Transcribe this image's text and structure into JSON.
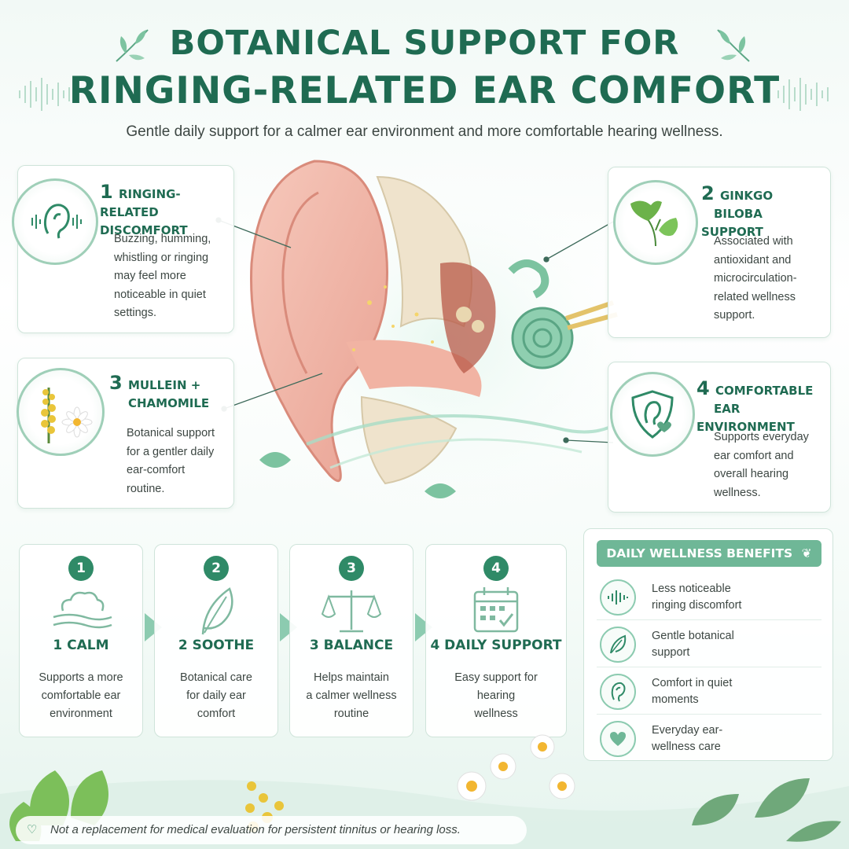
{
  "header": {
    "title_line1": "BOTANICAL SUPPORT FOR",
    "title_line2": "RINGING-RELATED EAR COMFORT",
    "subtitle": "Gentle daily support for a calmer ear environment and more comfortable hearing wellness."
  },
  "features": [
    {
      "num": "1",
      "title_a": "RINGING-RELATED",
      "title_b": "DISCOMFORT",
      "icon": "ear-sound-icon",
      "lines": [
        "Buzzing, humming,",
        "whistling or ringing",
        "may feel more",
        "noticeable in quiet",
        "settings."
      ]
    },
    {
      "num": "2",
      "title_a": "GINKGO",
      "title_b": "BILOBA SUPPORT",
      "icon": "ginkgo-leaf-icon",
      "lines": [
        "Associated with",
        "antioxidant and",
        "microcirculation-",
        "related wellness",
        "support."
      ]
    },
    {
      "num": "3",
      "title_a": "MULLEIN +",
      "title_b": "CHAMOMILE",
      "icon": "mullein-chamomile-icon",
      "lines": [
        "Botanical support",
        "for a gentler daily",
        "ear-comfort",
        "routine."
      ]
    },
    {
      "num": "4",
      "title_a": "COMFORTABLE",
      "title_b": "EAR ENVIRONMENT",
      "icon": "ear-shield-icon",
      "lines": [
        "Supports everyday",
        "ear comfort and",
        "overall hearing",
        "wellness."
      ]
    }
  ],
  "steps": [
    {
      "num": "1",
      "title": "1 CALM",
      "icon": "cloud-wind-icon",
      "lines": [
        "Supports a more",
        "comfortable ear",
        "environment"
      ]
    },
    {
      "num": "2",
      "title": "2 SOOTHE",
      "icon": "leaf-icon",
      "lines": [
        "Botanical care",
        "for daily ear",
        "comfort"
      ]
    },
    {
      "num": "3",
      "title": "3 BALANCE",
      "icon": "scale-icon",
      "lines": [
        "Helps maintain",
        "a calmer wellness",
        "routine"
      ]
    },
    {
      "num": "4",
      "title": "4 DAILY SUPPORT",
      "icon": "calendar-check-icon",
      "lines": [
        "Easy support for",
        "hearing",
        "wellness"
      ]
    }
  ],
  "benefits": {
    "title": "DAILY WELLNESS BENEFITS",
    "items": [
      {
        "icon": "soundwave-icon",
        "line1": "Less noticeable",
        "line2": "ringing discomfort"
      },
      {
        "icon": "leaf-icon",
        "line1": "Gentle botanical",
        "line2": "support"
      },
      {
        "icon": "ear-icon",
        "line1": "Comfort in quiet",
        "line2": "moments"
      },
      {
        "icon": "heart-icon",
        "line1": "Everyday ear-",
        "line2": "wellness care"
      }
    ]
  },
  "footer": {
    "disclaimer": "Not a replacement for medical evaluation for persistent tinnitus or hearing loss."
  },
  "colors": {
    "primary": "#1f6b52",
    "accent": "#6fb797",
    "light": "#cfe4da"
  }
}
